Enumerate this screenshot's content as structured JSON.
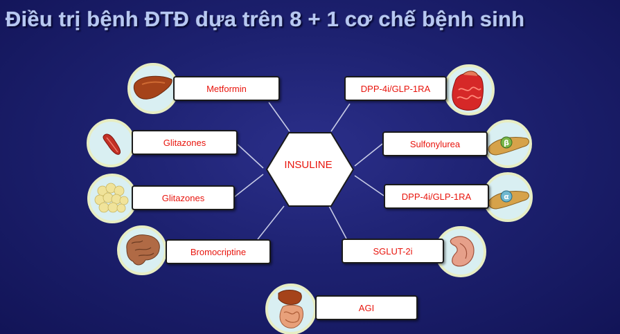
{
  "title": "Điều trị bệnh ĐTĐ dựa trên 8 + 1 cơ chế bệnh sinh",
  "center": {
    "label": "INSULINE"
  },
  "drugs": {
    "metformin": "Metformin",
    "glitazones_muscle": "Glitazones",
    "glitazones_fat": "Glitazones",
    "bromocriptine": "Bromocriptine",
    "dpp4_gut": "DPP-4i/GLP-1RA",
    "sulfonylurea": "Sulfonylurea",
    "dpp4_alpha": "DPP-4i/GLP-1RA",
    "sglt2": "SGLUT-2i",
    "agi": "AGI"
  },
  "icons": {
    "metformin": "liver-icon",
    "glitazones_muscle": "muscle-icon",
    "glitazones_fat": "fat-tissue-icon",
    "bromocriptine": "brain-icon",
    "dpp4_gut": "intestine-icon",
    "sulfonylurea": "pancreas-beta-cell-icon",
    "dpp4_alpha": "pancreas-alpha-cell-icon",
    "sglt2": "kidney-icon",
    "agi": "digestive-system-icon"
  },
  "cell_labels": {
    "beta": "β",
    "alpha": "α"
  },
  "colors": {
    "label_text": "#e8140c",
    "background": "#1d2170",
    "circle_fill": "#d8eef2",
    "circle_border": "#e9efc6"
  }
}
